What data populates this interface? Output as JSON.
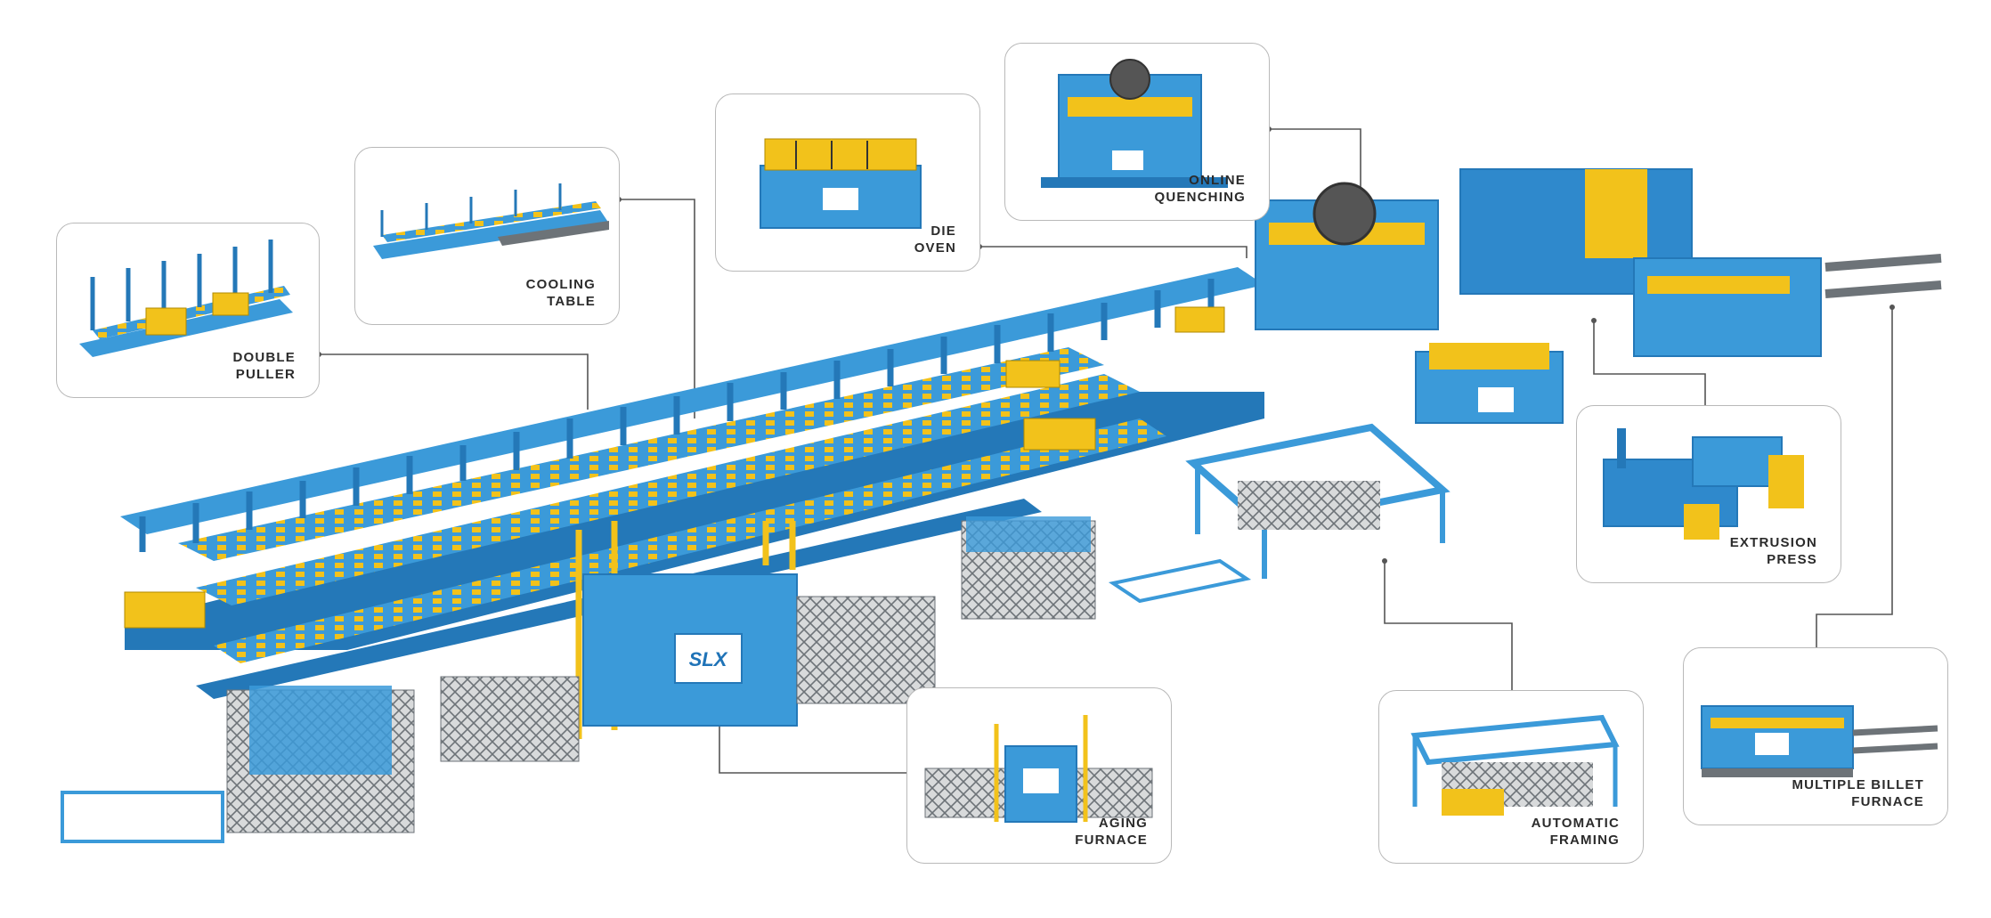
{
  "colors": {
    "machine_blue": "#3b9ad9",
    "machine_blue_dark": "#2478b8",
    "safety_yellow": "#f2c21b",
    "steel_grey": "#6d7378",
    "callout_border": "#b9b9b9",
    "connector": "#555555",
    "label_text": "#2b2b2b"
  },
  "brand": {
    "logo_text": "SLX"
  },
  "callouts": [
    {
      "id": "double-puller",
      "lines": [
        "DOUBLE",
        "PULLER"
      ],
      "icon": "double-puller-icon"
    },
    {
      "id": "cooling-table",
      "lines": [
        "COOLING",
        "TABLE"
      ],
      "icon": "cooling-table-icon"
    },
    {
      "id": "die-oven",
      "lines": [
        "DIE",
        "OVEN"
      ],
      "icon": "die-oven-icon"
    },
    {
      "id": "online-quenching",
      "lines": [
        "ONLINE",
        "QUENCHING"
      ],
      "icon": "quenching-unit-icon"
    },
    {
      "id": "extrusion-press",
      "lines": [
        "EXTRUSION",
        "PRESS"
      ],
      "icon": "extrusion-press-icon"
    },
    {
      "id": "multiple-billet-furnace",
      "lines": [
        "MULTIPLE BILLET",
        "FURNACE"
      ],
      "icon": "billet-furnace-icon"
    },
    {
      "id": "automatic-framing",
      "lines": [
        "AUTOMATIC",
        "FRAMING"
      ],
      "icon": "framing-gantry-icon"
    },
    {
      "id": "aging-furnace",
      "lines": [
        "AGING",
        "FURNACE"
      ],
      "icon": "aging-furnace-icon"
    }
  ]
}
